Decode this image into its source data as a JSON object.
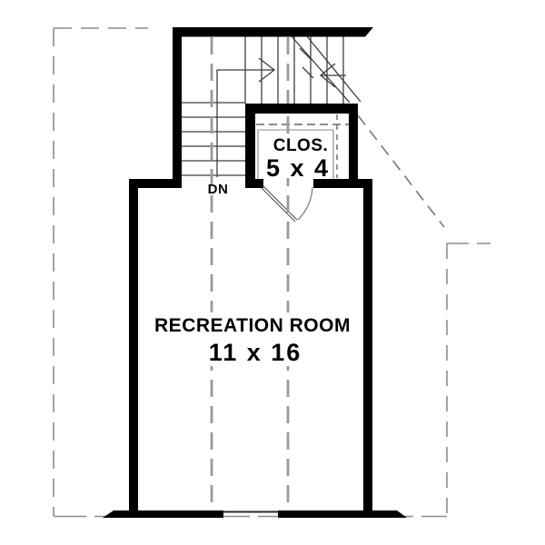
{
  "room": {
    "name": "RECREATION ROOM",
    "size": "11 x 16"
  },
  "closet": {
    "name": "CLOS.",
    "size": "5 x 4"
  },
  "stair": {
    "down_label": "DN"
  },
  "colors": {
    "wall": "#000000",
    "thin_line": "#3d3d3d",
    "boundary_dash": "#8c8c8c",
    "center_dash": "#9a9a9a",
    "detail_line": "#666666",
    "door_line": "#777777",
    "text": "#000000",
    "background": "#ffffff"
  }
}
